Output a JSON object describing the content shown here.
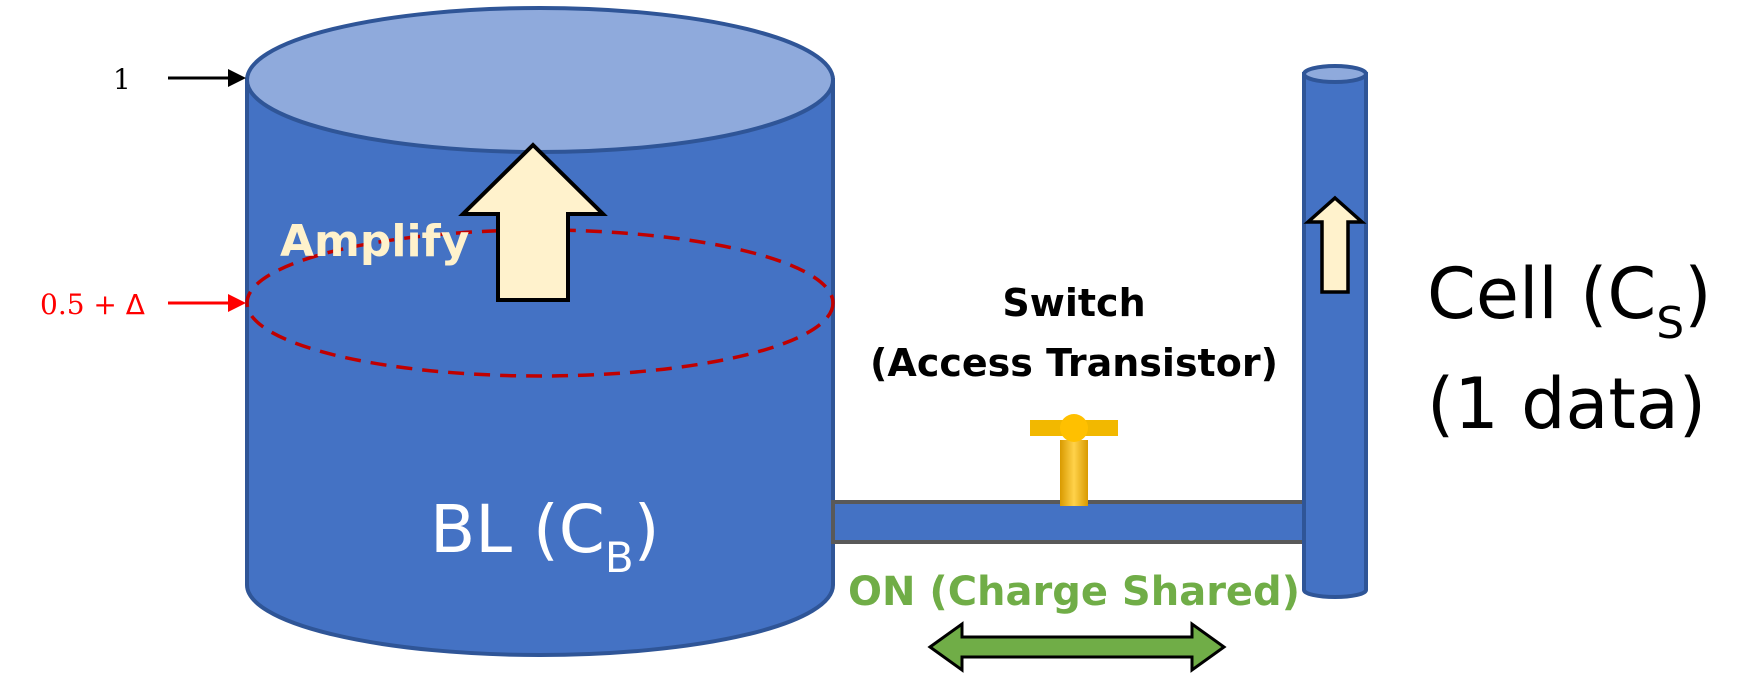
{
  "labels": {
    "level_one": "1",
    "level_half_prefix": "0.5 + ",
    "level_half_delta": "Δ",
    "amplify": "Amplify",
    "bitline_main": "BL (C",
    "bitline_sub": "B",
    "bitline_close": ")",
    "switch_line1": "Switch",
    "switch_line2": "(Access Transistor)",
    "cell_line1_main": "Cell (C",
    "cell_line1_sub": "S",
    "cell_line1_close": ")",
    "cell_line2": "(1 data)",
    "on_state": "ON (Charge Shared)"
  },
  "colors": {
    "cylinder_body": "#4472c4",
    "cylinder_top": "#8faadc",
    "cylinder_stroke": "#2f5597",
    "arrow_fill": "#fff2cc",
    "dashed_level": "#c00000",
    "red_text": "#ff0000",
    "green": "#70ad47",
    "transistor": "#f2b800"
  }
}
